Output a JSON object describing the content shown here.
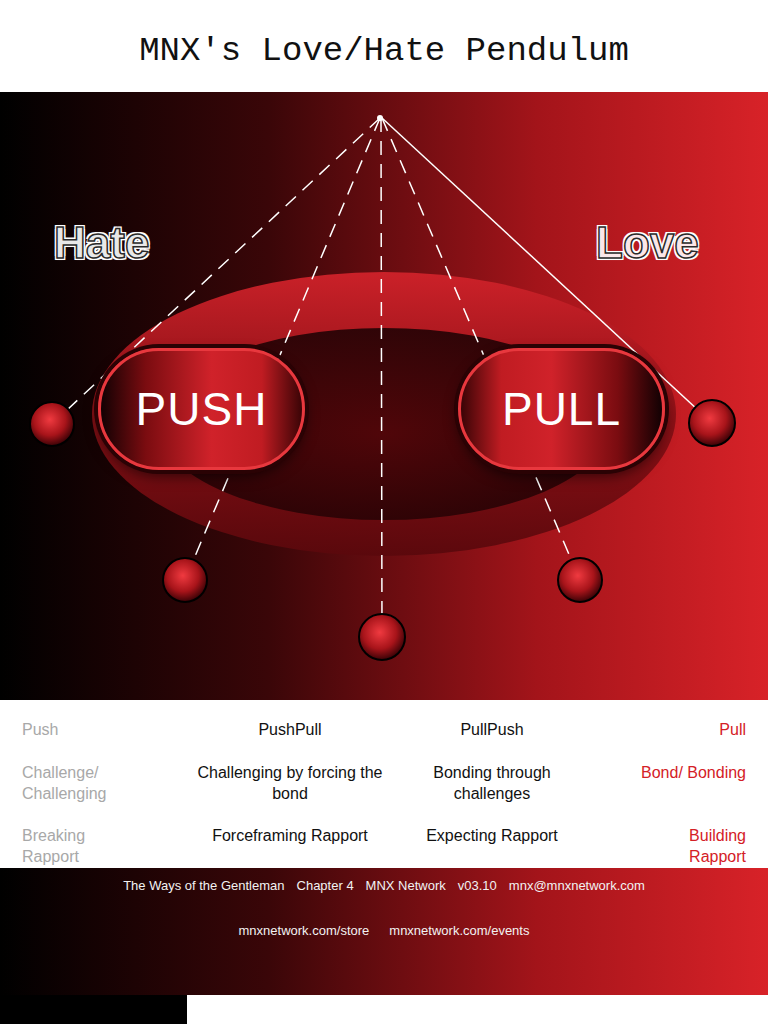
{
  "diagram": {
    "title": "MNX's Love/Hate Pendulum",
    "nodes": [
      {
        "text": [
          "PUSH"
        ]
      },
      {
        "text": [
          "PULL"
        ]
      }
    ],
    "edges": [],
    "labels": [
      "Hate",
      "Love",
      "Push",
      "PushPull",
      "PullPush",
      "Pull",
      "Challenge/ Challenging",
      "Challenging by forcing the bond",
      "Bonding through challenges",
      "Bond/ Bonding",
      "Breaking Rapport",
      "Forceframing Rapport",
      "Expecting Rapport",
      "Building Rapport",
      "The Ways of the Gentleman",
      "Chapter 4",
      "MNX Network",
      "v03.10",
      "mnx@mnxnetwork.com",
      "mnxnetwork.com/store",
      "mnxnetwork.com/events"
    ]
  }
}
